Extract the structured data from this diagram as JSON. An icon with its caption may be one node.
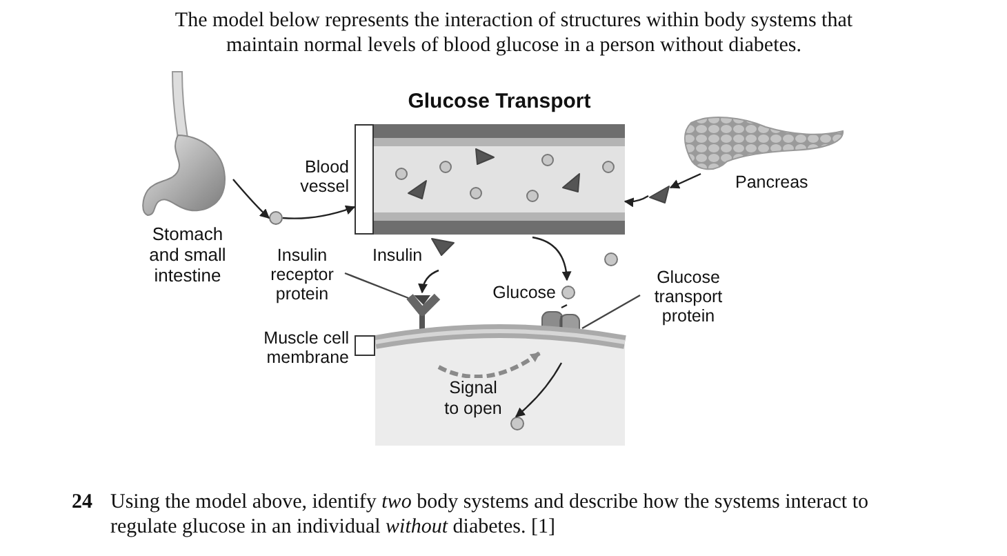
{
  "diagram": {
    "title": "Glucose Transport",
    "nodes": [
      {
        "text": [
          "Stomach and small intestine"
        ]
      },
      {
        "text": [],
        "shape": "circle"
      },
      {
        "text": [
          "Blood vessel"
        ]
      },
      {
        "text": [],
        "shape": "picture",
        "beside": [
          "Pancreas"
        ]
      },
      {
        "text": [],
        "shape": "triangle"
      },
      {
        "text": [
          "Insulin"
        ]
      },
      {
        "text": [
          "Insulin receptor protein"
        ]
      },
      {
        "text": [],
        "shape": "picture"
      },
      {
        "text": [
          "Glucose"
        ]
      },
      {
        "text": [
          "Glucose transport protein"
        ]
      },
      {
        "text": [],
        "shape": "picture"
      },
      {
        "text": [
          "Muscle cell membrane"
        ]
      },
      {
        "text": [],
        "shape": "circle",
        "in": 11
      },
      {
        "text": [],
        "shape": "circle"
      }
    ],
    "edges": [
      {
        "from": 0,
        "to": 1,
        "arrow": "to"
      },
      {
        "from": 1,
        "to": 2,
        "arrow": "to"
      },
      {
        "from": 3,
        "to": 4,
        "arrow": "to"
      },
      {
        "from": 4,
        "to": 2,
        "arrow": "to"
      },
      {
        "from": 5,
        "to": 7,
        "arrow": "to"
      },
      {
        "from": 2,
        "to": 8,
        "arrow": "to"
      },
      {
        "from": 8,
        "to": 10,
        "arrow": "none"
      },
      {
        "from": 7,
        "to": 10,
        "arrow": "to",
        "label": "Signal to open",
        "style": "dashed",
        "color": "#8a8a8a"
      },
      {
        "from": 6,
        "to": 7,
        "arrow": "none"
      },
      {
        "from": 9,
        "to": 10,
        "arrow": "none"
      },
      {
        "from": 10,
        "to": 12,
        "arrow": "to"
      }
    ],
    "labels": [
      "The model below represents the interaction of structures within body systems that maintain normal levels of blood glucose in a person without diabetes.",
      "24",
      "Using the model above, identify *two* body systems and describe how the systems interact to regulate glucose in an individual *without* diabetes. [1]"
    ]
  }
}
